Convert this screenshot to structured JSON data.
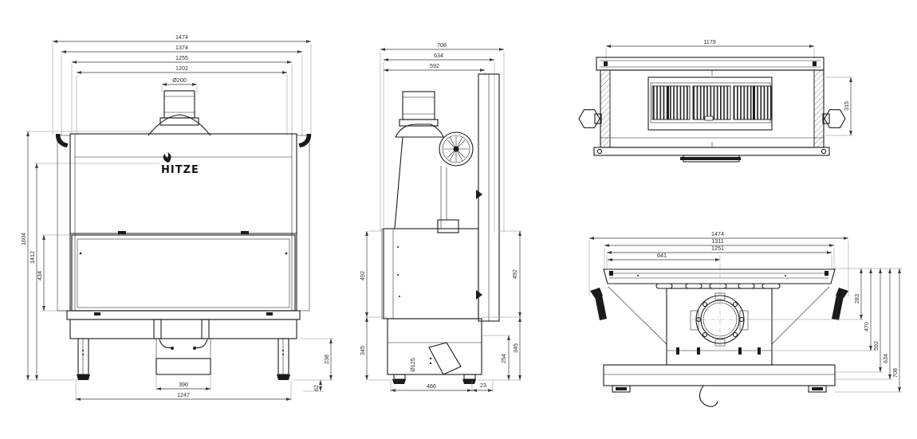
{
  "brand": "HITZE",
  "views": {
    "front": {
      "top_widths": [
        "1474",
        "1374",
        "1255",
        "1202"
      ],
      "flue_diameter": "Ø200",
      "left_heights": [
        "1604",
        "1412",
        "434"
      ],
      "bottom_widths": [
        "390",
        "1247"
      ],
      "right_heights": [
        "238",
        "62"
      ]
    },
    "side": {
      "top_depths": [
        "708",
        "634",
        "592"
      ],
      "left_heights": [
        "492",
        "345"
      ],
      "right_heights": [
        "492",
        "345",
        "254"
      ],
      "air_diameter": "Ø125",
      "bottom_depths": [
        "466",
        "23"
      ]
    },
    "top": {
      "width": "1179",
      "depth": "315"
    },
    "rear": {
      "top_widths": [
        "1474",
        "1311",
        "1251",
        "641"
      ],
      "right_heights": [
        "283",
        "470",
        "592",
        "634",
        "708"
      ]
    }
  }
}
